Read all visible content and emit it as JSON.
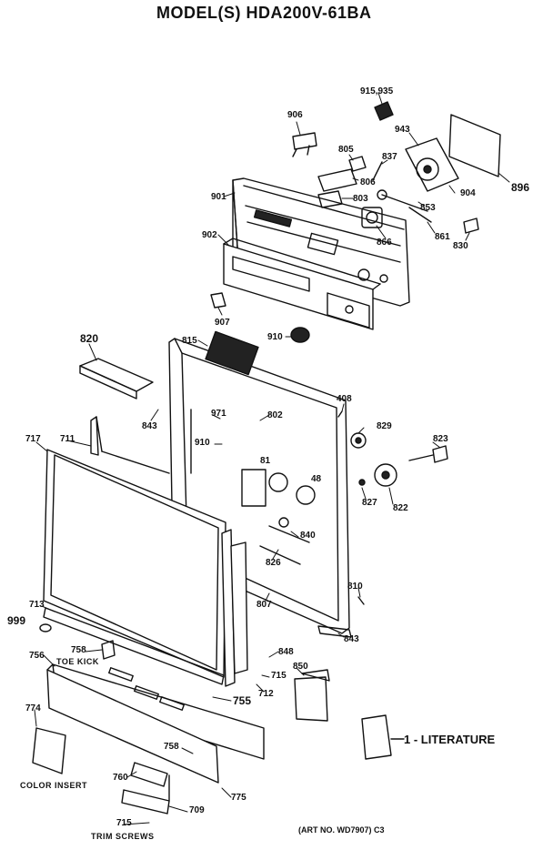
{
  "title": "MODEL(S)  HDA200V-61BA",
  "labels": {
    "p915_935": "915,935",
    "p906": "906",
    "p943_top": "943",
    "p805": "805",
    "p806": "806",
    "p837": "837",
    "p896": "896",
    "p901": "901",
    "p803": "803",
    "p904": "904",
    "p853": "853",
    "p902": "902",
    "p866": "866",
    "p861": "861",
    "p830": "830",
    "p907": "907",
    "p910_top": "910",
    "p820": "820",
    "p815": "815",
    "p408": "408",
    "p843_left": "843",
    "p971": "971",
    "p802": "802",
    "p829": "829",
    "p823": "823",
    "p717": "717",
    "p711": "711",
    "p910_mid": "910",
    "p81": "81",
    "p48": "48",
    "p827": "827",
    "p822": "822",
    "p840": "840",
    "p826": "826",
    "p810": "810",
    "p713": "713",
    "p807": "807",
    "p999": "999",
    "p843_bottom": "843",
    "p756": "756",
    "p758_toe": "758",
    "p848": "848",
    "p715_mid": "715",
    "p850": "850",
    "p712": "712",
    "p755": "755",
    "p774": "774",
    "p758_low": "758",
    "p760": "760",
    "p775": "775",
    "p715_low": "715",
    "p709": "709"
  },
  "captions": {
    "toe_kick": "TOE KICK",
    "color_insert": "COLOR INSERT",
    "trim_screws": "TRIM SCREWS"
  },
  "literature": "1 - LITERATURE",
  "art_no": "(ART NO. WD7907) C3"
}
